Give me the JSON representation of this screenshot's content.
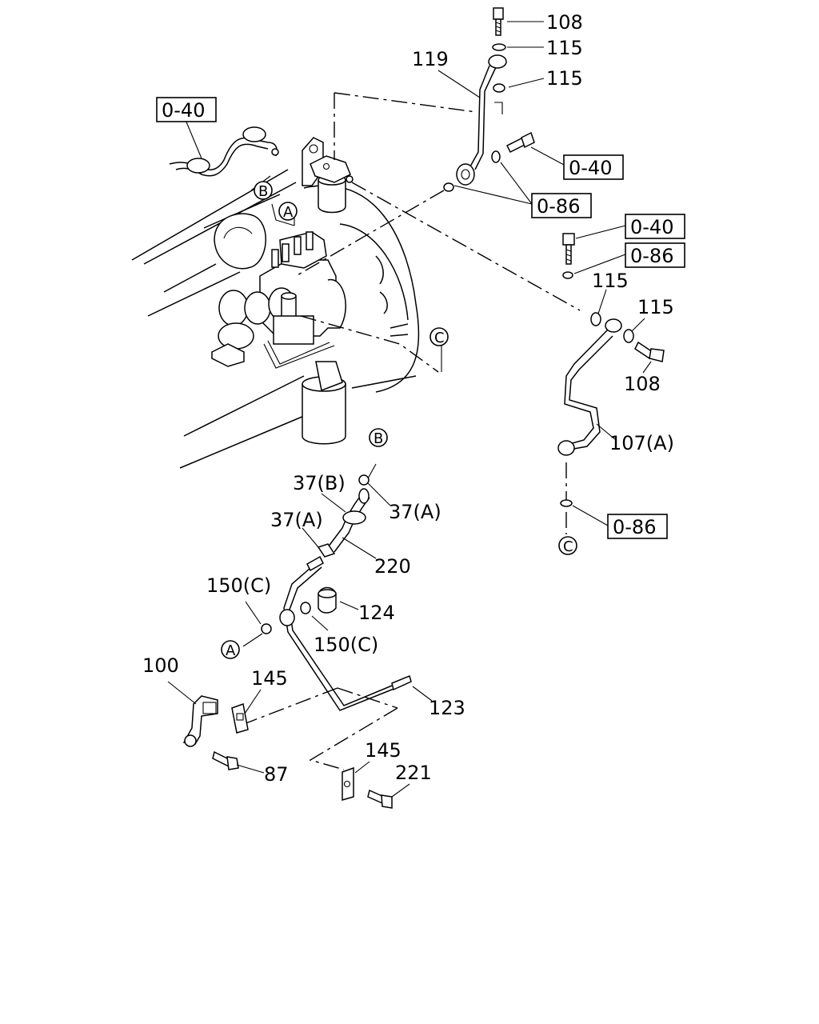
{
  "labels": {
    "p108_top": "108",
    "p115_top": "115",
    "p119": "119",
    "p115_mid": "115",
    "ref_040_left": "0-40",
    "ref_040_mid": "0-40",
    "ref_086_mid": "0-86",
    "ref_040_right": "0-40",
    "ref_086_right": "0-86",
    "p115_right_a": "115",
    "p115_right_b": "115",
    "p108_right": "108",
    "p107a": "107(A)",
    "ref_086_bottom": "0-86",
    "p37b": "37(B)",
    "p37a_right": "37(A)",
    "p37a_left": "37(A)",
    "p220": "220",
    "p150c_top": "150(C)",
    "p124": "124",
    "p150c_bottom": "150(C)",
    "p100": "100",
    "p145_top": "145",
    "p123": "123",
    "p87": "87",
    "p145_bottom": "145",
    "p221": "221"
  },
  "markers": {
    "a_engine": "A",
    "a_pipe": "A",
    "b_engine": "B",
    "b_hose": "B",
    "c_engine": "C",
    "c_pipe": "C"
  }
}
